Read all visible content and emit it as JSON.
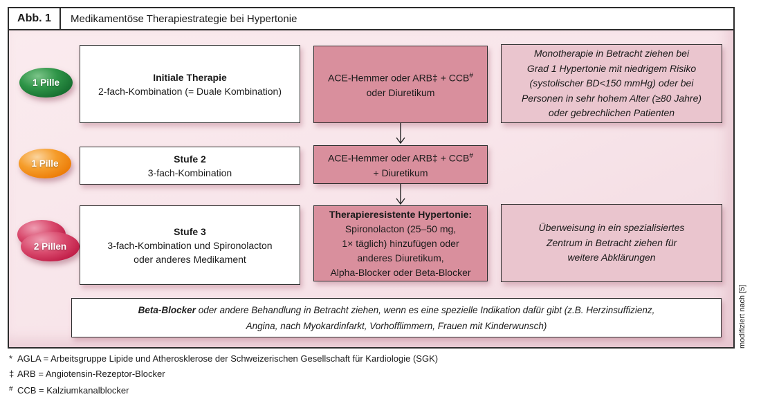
{
  "header": {
    "label": "Abb. 1",
    "title": "Medikamentöse Therapiestrategie bei Hypertonie"
  },
  "colors": {
    "panel_background": "#f8e5ea",
    "medication_box": "#d98f9d",
    "note_box": "#eac5ce",
    "pill_green": "#1e7c33",
    "pill_orange": "#ee7d0d",
    "pill_red": "#c2184a",
    "border": "#2c2c2c"
  },
  "pills": [
    {
      "label": "1 Pille"
    },
    {
      "label": "1 Pille"
    },
    {
      "label": "2 Pillen"
    }
  ],
  "rows": [
    {
      "stage_title": "Initiale Therapie",
      "stage_lines": [
        "2-fach-Kombination (= Duale Kombination)"
      ],
      "med_main": "ACE-Hemmer oder ARB‡ + CCB",
      "med_sup": "#",
      "med_line2": "oder Diuretikum",
      "note_lines": [
        "Monotherapie in Betracht ziehen bei",
        "Grad 1 Hypertonie mit niedrigem Risiko",
        "(systolischer BD<150 mmHg) oder bei",
        "Personen in sehr hohem Alter (≥80 Jahre)",
        "oder gebrechlichen Patienten"
      ]
    },
    {
      "stage_title": "Stufe 2",
      "stage_lines": [
        "3-fach-Kombination"
      ],
      "med_main": "ACE-Hemmer oder ARB‡ + CCB",
      "med_sup": "#",
      "med_line2": "+ Diuretikum"
    },
    {
      "stage_title": "Stufe 3",
      "stage_lines": [
        "3-fach-Kombination und Spironolacton",
        "oder anderes Medikament"
      ],
      "med_title": "Therapieresistente Hypertonie:",
      "med_lines": [
        "Spironolacton (25–50 mg,",
        "1× täglich) hinzufügen oder",
        "anderes Diuretikum,",
        "Alpha-Blocker oder Beta-Blocker"
      ],
      "note_lines": [
        "Überweisung in ein spezialisiertes",
        "Zentrum in Betracht ziehen für",
        "weitere Abklärungen"
      ]
    }
  ],
  "bottom_note": {
    "lead": "Beta-Blocker",
    "line1_rest": " oder andere Behandlung in Betracht ziehen, wenn es eine spezielle Indikation dafür gibt (z.B. Herzinsuffizienz,",
    "line2": "Angina, nach Myokardinfarkt, Vorhofflimmern, Frauen mit Kinderwunsch)"
  },
  "source_note": "modifiziert nach [5]",
  "footnotes": [
    {
      "marker": "*",
      "text": "AGLA = Arbeitsgruppe Lipide und Atherosklerose der Schweizerischen Gesellschaft für Kardiologie (SGK)"
    },
    {
      "marker": "‡",
      "text": "ARB = Angiotensin-Rezeptor-Blocker"
    },
    {
      "marker": "#",
      "text": "CCB = Kalziumkanalblocker"
    }
  ]
}
